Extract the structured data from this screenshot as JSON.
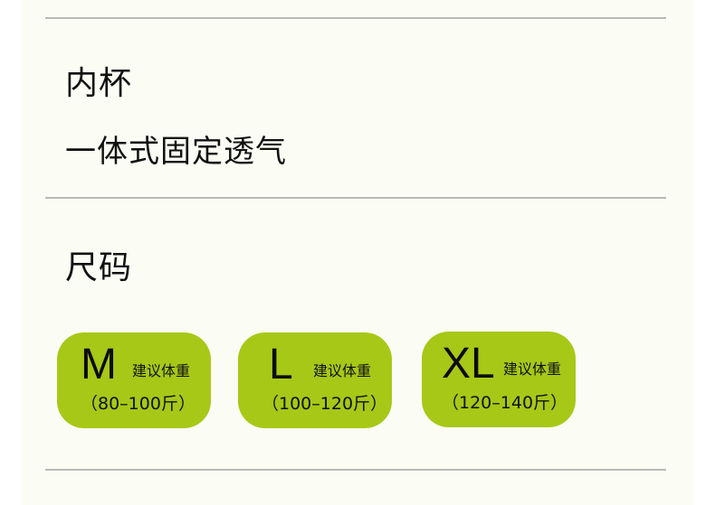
{
  "sections": [
    {
      "title": "内杯",
      "value": "一体式固定透气"
    },
    {
      "title": "尺码"
    }
  ],
  "sizes": [
    {
      "letter": "M",
      "tip": "建议体重",
      "range": "（80–100斤）"
    },
    {
      "letter": "L",
      "tip": "建议体重",
      "range": "（100–120斤）"
    },
    {
      "letter": "XL",
      "tip": "建议体重",
      "range": "（120–140斤）"
    }
  ],
  "colors": {
    "background": "#fbfcf4",
    "card": "#a7c817",
    "divider": "#b9bab4",
    "text": "#111111"
  }
}
